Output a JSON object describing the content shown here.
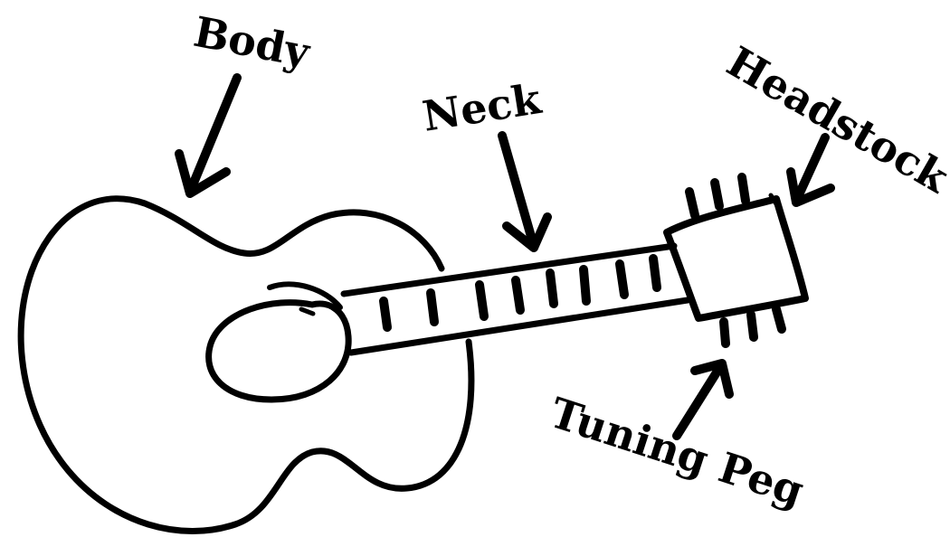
{
  "labels": {
    "body": "Body",
    "neck": "Neck",
    "headstock": "Headstock",
    "tuning_peg": "Tuning Peg"
  },
  "colors": {
    "ink": "#000000",
    "background": "#ffffff"
  }
}
